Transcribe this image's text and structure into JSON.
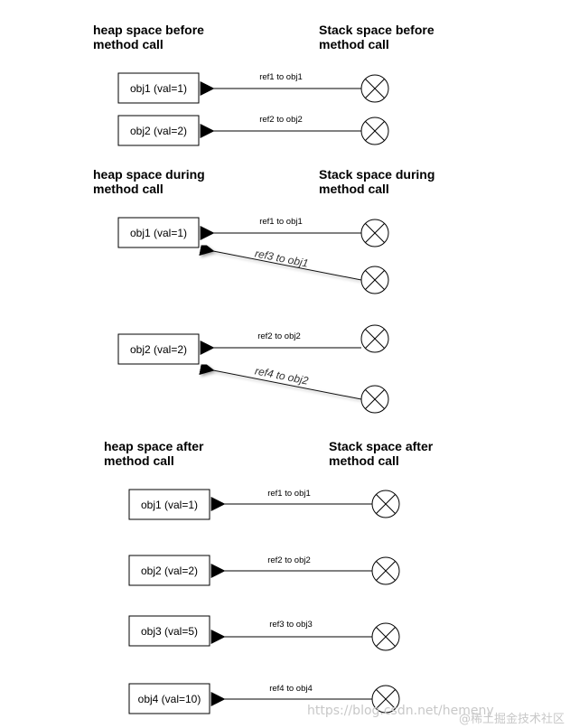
{
  "sections": [
    {
      "heap_title": [
        "heap space before",
        "method call"
      ],
      "stack_title": [
        "Stack space before",
        "method call"
      ]
    },
    {
      "heap_title": [
        "heap space during",
        "method call"
      ],
      "stack_title": [
        "Stack space during",
        "method call"
      ]
    },
    {
      "heap_title": [
        "heap space after",
        "method call"
      ],
      "stack_title": [
        "Stack space after",
        "method call"
      ]
    }
  ],
  "objects": {
    "obj1": "obj1 (val=1)",
    "obj2": "obj2 (val=2)",
    "obj3": "obj3 (val=5)",
    "obj4": "obj4 (val=10)"
  },
  "refs": {
    "ref1": "ref1 to obj1",
    "ref2": "ref2 to obj2",
    "ref3": "ref3 to obj1",
    "ref4": "ref4 to obj2",
    "ref3_obj3": "ref3 to obj3",
    "ref4_obj4": "ref4 to obj4"
  },
  "watermark": "https://blog.csdn.net/hemeny",
  "watermark2": "@稀土掘金技术社区"
}
